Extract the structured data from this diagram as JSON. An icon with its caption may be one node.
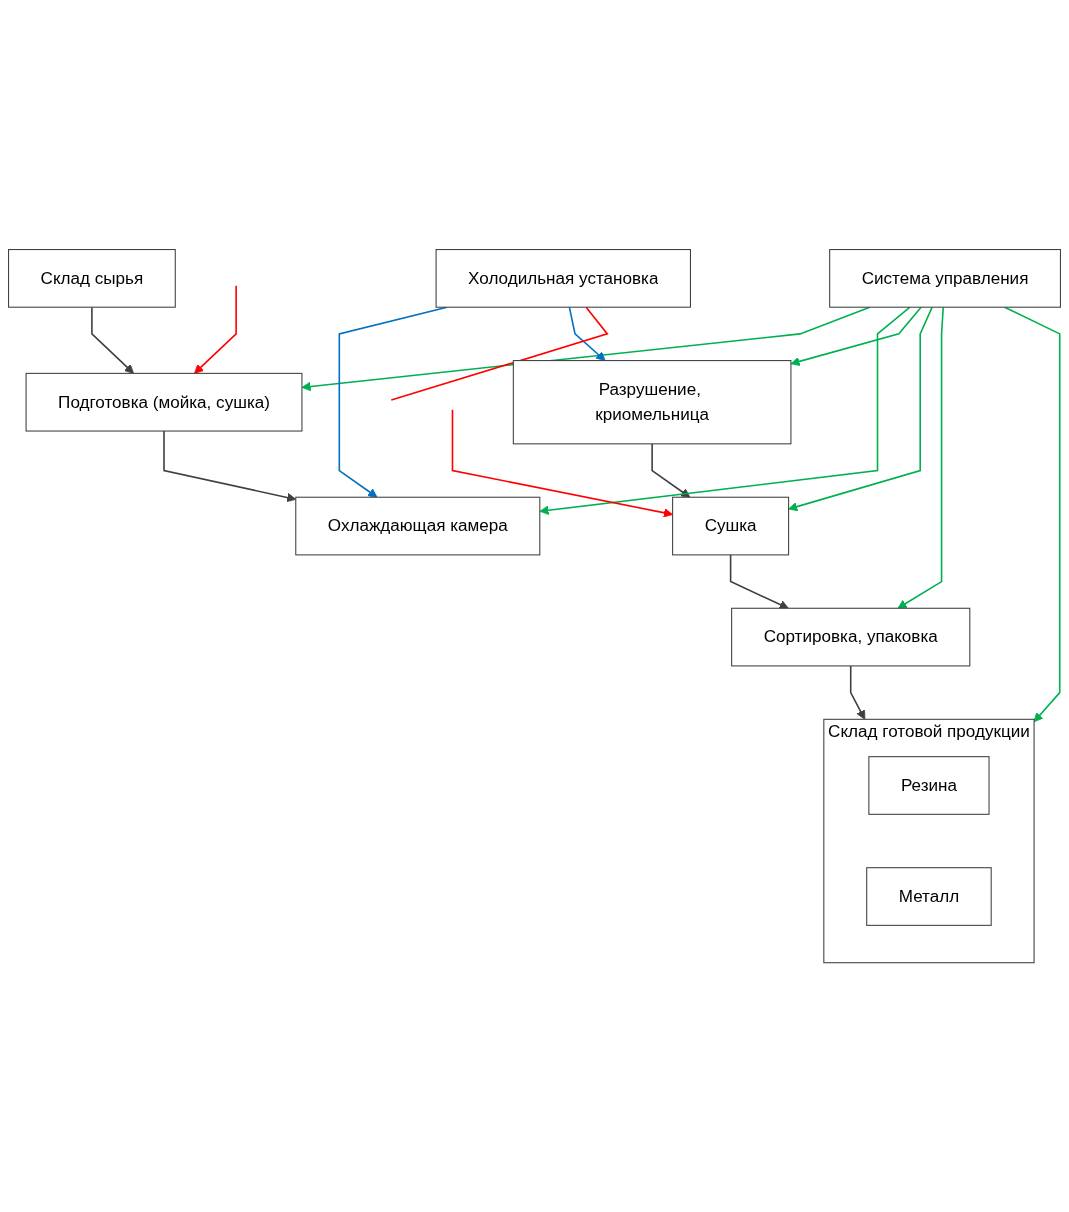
{
  "diagram": {
    "nodes": [
      {
        "text": [
          "Склад сырья"
        ]
      },
      {
        "text": [
          "Подготовка (мойка, сушка)"
        ]
      },
      {
        "text": [
          "Система управления"
        ]
      },
      {
        "text": [
          "Охлаждающая камера"
        ]
      },
      {
        "text": [
          "Разрушение, криомельница"
        ]
      },
      {
        "text": [
          "Холодильная установка"
        ]
      },
      {
        "text": [
          "Сушка"
        ]
      },
      {
        "text": [
          "Сортировка, упаковка"
        ]
      },
      {
        "text": [
          "Склад готовой продукции"
        ]
      },
      {
        "text": [
          "Резина"
        ],
        "in": 8
      },
      {
        "text": [
          "Металл"
        ],
        "in": 8
      }
    ],
    "edges": [
      {
        "from": 0,
        "to": 1,
        "arrow": "to",
        "color": "#404040"
      },
      {
        "from": 1,
        "to": 3,
        "arrow": "to",
        "color": "#404040"
      },
      {
        "from": 4,
        "to": 6,
        "arrow": "to",
        "color": "#404040"
      },
      {
        "from": 6,
        "to": 7,
        "arrow": "to",
        "color": "#404040"
      },
      {
        "from": 7,
        "to": 8,
        "arrow": "to",
        "color": "#404040"
      },
      {
        "from": 2,
        "to": 1,
        "arrow": "to",
        "color": "#00b050"
      },
      {
        "from": 2,
        "to": 3,
        "arrow": "to",
        "color": "#00b050"
      },
      {
        "from": 2,
        "to": 4,
        "arrow": "to",
        "color": "#00b050"
      },
      {
        "from": 2,
        "to": 6,
        "arrow": "to",
        "color": "#00b050"
      },
      {
        "from": 2,
        "to": 7,
        "arrow": "to",
        "color": "#00b050"
      },
      {
        "from": 2,
        "to": 8,
        "arrow": "to",
        "color": "#00b050"
      },
      {
        "from": 5,
        "to": 3,
        "arrow": "to",
        "color": "#0070c0"
      },
      {
        "from": 5,
        "to": 4,
        "arrow": "to",
        "color": "#0070c0"
      },
      {
        "from": null,
        "to": 1,
        "arrow": "to",
        "color": "#ff0000"
      },
      {
        "from": 5,
        "to": null,
        "arrow": "none",
        "color": "#ff0000"
      },
      {
        "from": null,
        "to": 6,
        "arrow": "to",
        "color": "#ff0000"
      }
    ]
  }
}
